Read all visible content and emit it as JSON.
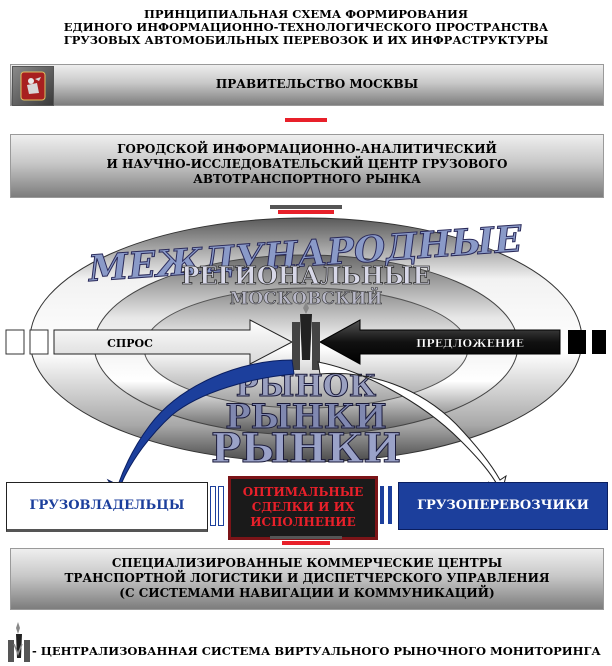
{
  "title": {
    "line1": "ПРИНЦИПИАЛЬНАЯ СХЕМА ФОРМИРОВАНИЯ",
    "line2": "ЕДИНОГО ИНФОРМАЦИОННО-ТЕХНОЛОГИЧЕСКОГО  ПРОСТРАНСТВА",
    "line3": "ГРУЗОВЫХ АВТОМОБИЛЬНЫХ ПЕРЕВОЗОК И ИХ ИНФРАСТРУКТУРЫ"
  },
  "government": {
    "label": "ПРАВИТЕЛЬСТВО МОСКВЫ"
  },
  "center": {
    "line1": "ГОРОДСКОЙ  ИНФОРМАЦИОННО-АНАЛИТИЧЕСКИЙ",
    "line2": "И НАУЧНО-ИССЛЕДОВАТЕЛЬСКИЙ ЦЕНТР ГРУЗОВОГО",
    "line3": "АВТОТРАНСПОРТНОГО РЫНКА"
  },
  "rings": {
    "international": "МЕЖДУНАРОДНЫЕ",
    "regional": "РЕГИОНАЛЬНЫЕ",
    "moscow": "МОСКОВСКИЙ",
    "market_single": "РЫНОК",
    "markets_1": "РЫНКИ",
    "markets_2": "РЫНКИ"
  },
  "arrows": {
    "demand": "СПРОС",
    "supply": "ПРЕДЛОЖЕНИЕ"
  },
  "shippers": {
    "label": "ГРУЗОВЛАДЕЛЬЦЫ"
  },
  "deals": {
    "line1": "ОПТИМАЛЬНЫЕ",
    "line2": "СДЕЛКИ И ИХ",
    "line3": "ИСПОЛНЕНИЕ"
  },
  "carriers": {
    "label": "ГРУЗОПЕРЕВОЗЧИКИ"
  },
  "commercial": {
    "line1": "СПЕЦИАЛИЗИРОВАННЫЕ КОММЕРЧЕСКИЕ ЦЕНТРЫ",
    "line2": "ТРАНСПОРТНОЙ ЛОГИСТИКИ И ДИСПЕТЧЕРСКОГО УПРАВЛЕНИЯ",
    "line3": "(С СИСТЕМАМИ НАВИГАЦИИ И КОММУНИКАЦИЙ)"
  },
  "legend": {
    "label": "- ЦЕНТРАЛИЗОВАННАЯ СИСТЕМА ВИРТУАЛЬНОГО РЫНОЧНОГО МОНИТОРИНГА"
  },
  "icons": {
    "coat_of_arms": "moscow-coat-of-arms-icon",
    "monitoring": "monitoring-tower-icon"
  },
  "colors": {
    "red": "#e8202a",
    "blue": "#1c3f9c",
    "dark_red": "#7b1418"
  }
}
